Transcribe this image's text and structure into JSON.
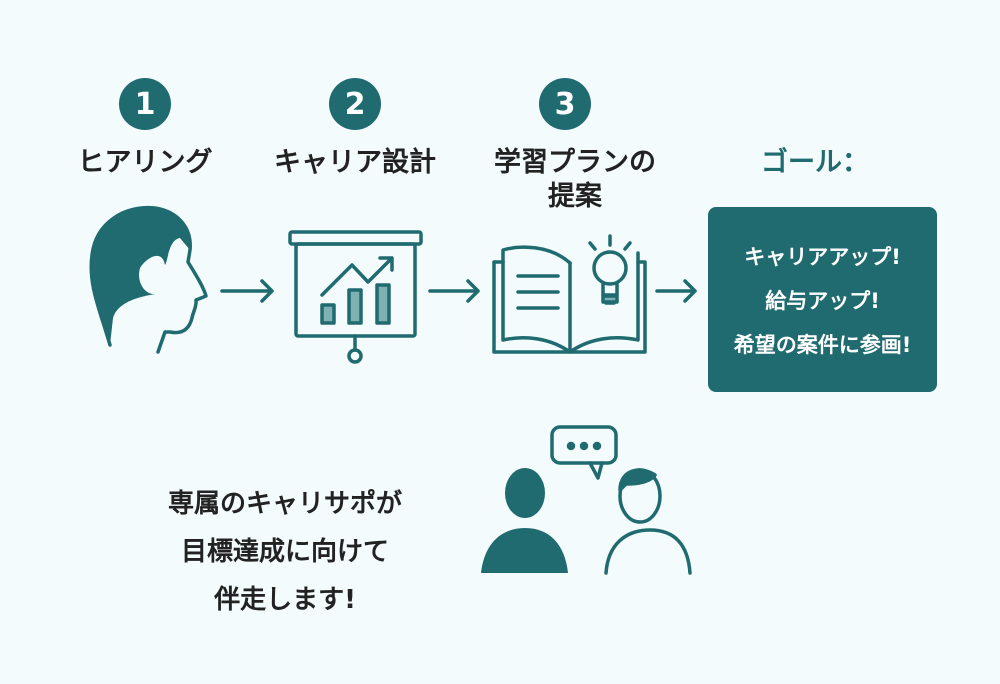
{
  "steps": [
    {
      "number": "1",
      "label": "ヒアリング"
    },
    {
      "number": "2",
      "label": "キャリア設計"
    },
    {
      "number": "3",
      "label_line1": "学習プランの",
      "label_line2": "提案"
    }
  ],
  "goal": {
    "label": "ゴール：",
    "items": [
      "キャリアアップ!",
      "給与アップ!",
      "希望の案件に参画!"
    ]
  },
  "support": {
    "lines": [
      "専属のキャリサポが",
      "目標達成に向けて",
      "伴走します!"
    ]
  },
  "colors": {
    "accent": "#1f6b70",
    "background": "#f3fbfd",
    "text": "#222222"
  }
}
